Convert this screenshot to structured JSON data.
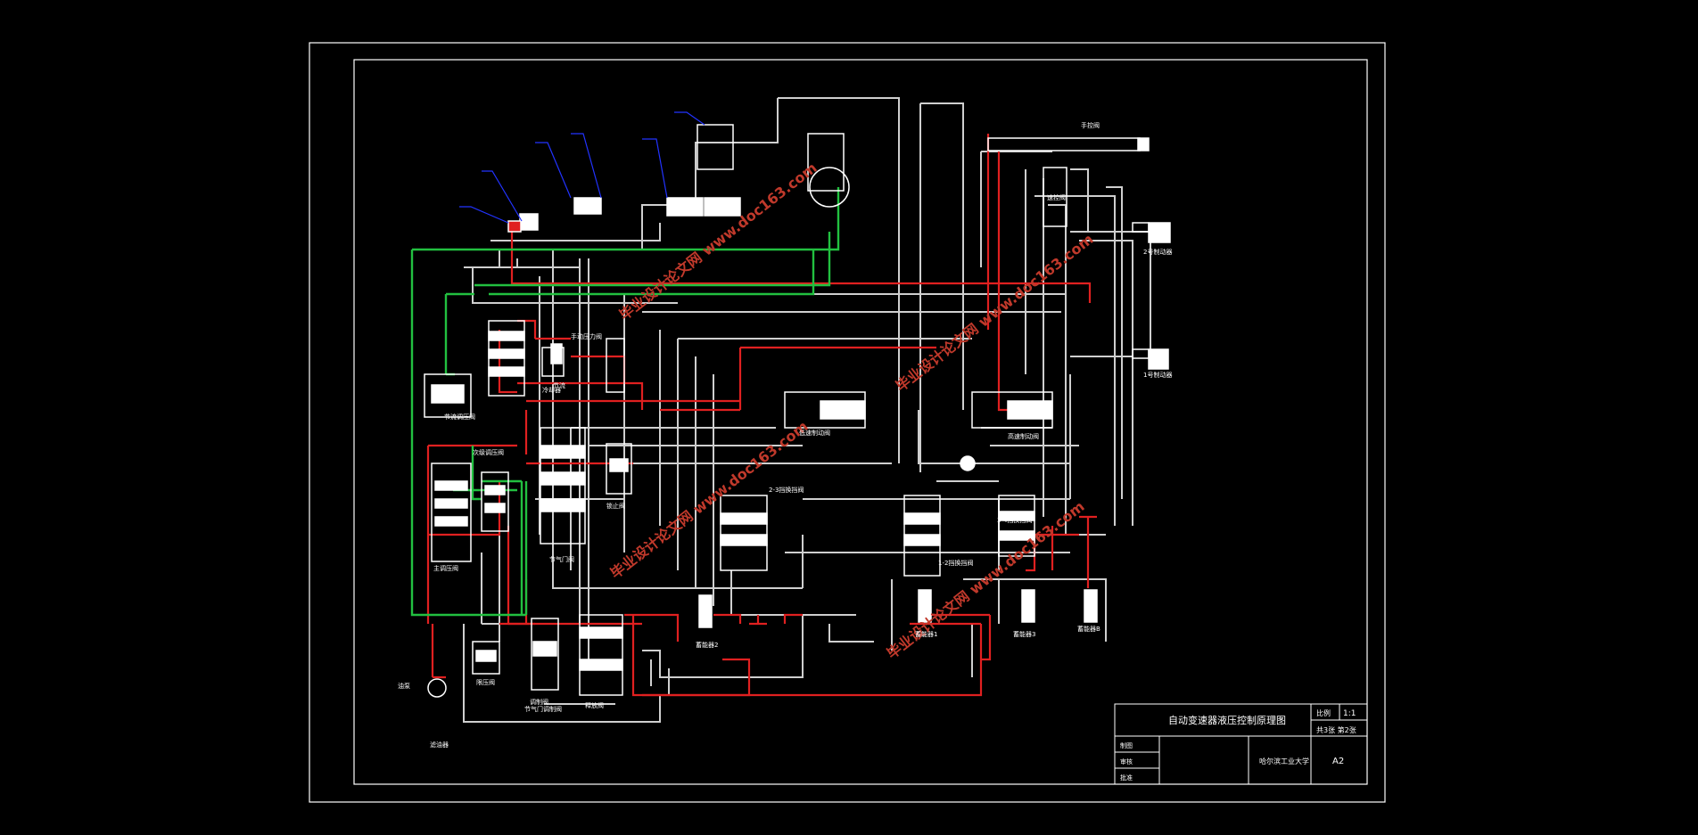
{
  "colors": {
    "background": "#000000",
    "frame": "#ffffff",
    "line_pressure": "#e02020",
    "lube": "#22c040",
    "control": "#cfcfcf",
    "callout": "#2233ff",
    "watermark": "#c0392b"
  },
  "title_block": {
    "title": "自动变速器液压控制原理图",
    "scale_label": "比例",
    "scale_value": "1:1",
    "sheet_label": "共3张 第2张",
    "row1": "制图",
    "row2": "审核",
    "row3": "批准",
    "school": "哈尔滨工业大学",
    "size": "A2"
  },
  "labels": {
    "manual_valve": "手控阀",
    "throttle": "节流",
    "brake2": "2号制动器",
    "brake1": "1号制动器",
    "speed_reg_valve": "速控阀",
    "pressure_reg": "节流调压阀",
    "manual_pressure": "手动压力阀",
    "throttle_valve": "节气门阀",
    "low_coast": "低速制动阀",
    "high_coast": "高速制动阀",
    "main_reg": "主调压阀",
    "shift_23": "2-3挡换挡阀",
    "shift_12": "1-2挡换挡阀",
    "shift_34": "3-4挡换挡阀",
    "aux_valve": "次级调压阀",
    "lockup": "锁止阀",
    "check_relief": "限压阀",
    "accum2": "蓄能器2",
    "accum1": "蓄能器1",
    "accum3": "蓄能器3",
    "accum_b": "蓄能器B",
    "cooler": "冷却器",
    "oil_pump": "油泵",
    "filter": "滤油器",
    "modulator": "调制阀",
    "throttle_mod": "节气门调制阀",
    "rel_valve": "释放阀"
  },
  "watermark": "毕业设计论文网 www.doc163.com"
}
